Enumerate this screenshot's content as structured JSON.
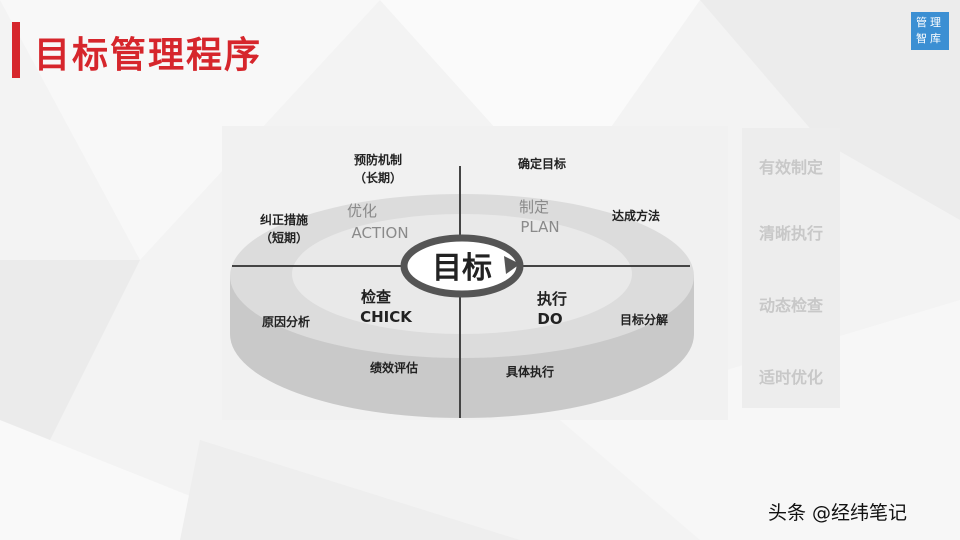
{
  "slide": {
    "title": "目标管理程序",
    "logo_lines": [
      "管理",
      "智库"
    ],
    "footer": "头条 @经纬笔记",
    "accent_color": "#d6262c",
    "logo_color": "#3b8fd3"
  },
  "diagram": {
    "center": "目标",
    "quadrants": {
      "top_right": {
        "items": [
          "确定目标",
          "达成方法"
        ],
        "phase": [
          "制定",
          "PLAN"
        ]
      },
      "top_left": {
        "items": [
          "预防机制",
          "（长期）",
          "纠正措施",
          "（短期）"
        ],
        "phase": [
          "优化",
          "ACTION"
        ]
      },
      "bottom_left": {
        "items": [
          "原因分析",
          "绩效评估"
        ],
        "phase": [
          "检查",
          "CHICK"
        ]
      },
      "bottom_right": {
        "items": [
          "具体执行",
          "目标分解"
        ],
        "phase": [
          "执行",
          "DO"
        ]
      }
    }
  },
  "side_list": [
    "有效制定",
    "清晰执行",
    "动态检查",
    "适时优化"
  ]
}
